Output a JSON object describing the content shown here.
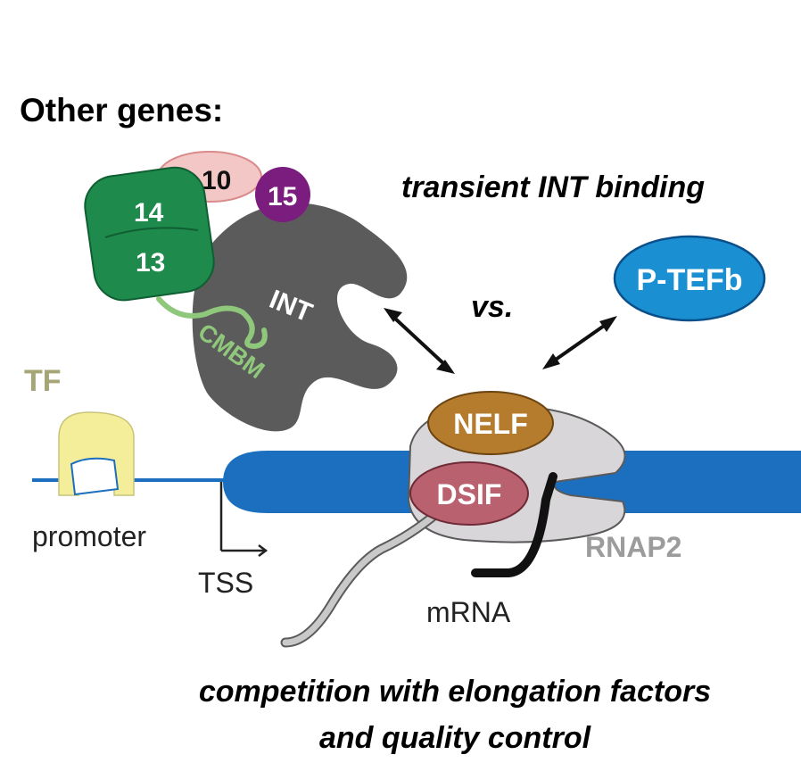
{
  "heading": "Other genes:",
  "transient_label": "transient INT binding",
  "vs_label": "vs.",
  "int_complex": {
    "int_label": "INT",
    "cmbm_label": "CMBM",
    "subunits": [
      "10",
      "15",
      "14",
      "13"
    ]
  },
  "ptefb_label": "P-TEFb",
  "tf_label": "TF",
  "promoter_label": "promoter",
  "tss_label": "TSS",
  "nelf_label": "NELF",
  "dsif_label": "DSIF",
  "rnap2_label": "RNAP2",
  "mrna_label": "mRNA",
  "caption_line1": "competition with elongation factors",
  "caption_line2": "and quality control",
  "colors": {
    "int": "#5b5b5b",
    "sub10": "#f4c7c7",
    "sub15": "#7b1d7e",
    "sub14_13": "#1e8a4c",
    "cmbm": "#8fc77b",
    "ptefb": "#1a8fd1",
    "tf": "#f4ee9a",
    "tf_label": "#a5a575",
    "dna": "#1c6fbf",
    "nelf": "#b57c2d",
    "dsif": "#b9616f",
    "rnap2": "#d8d6d8",
    "rnap2_label": "#9c9c9c"
  }
}
